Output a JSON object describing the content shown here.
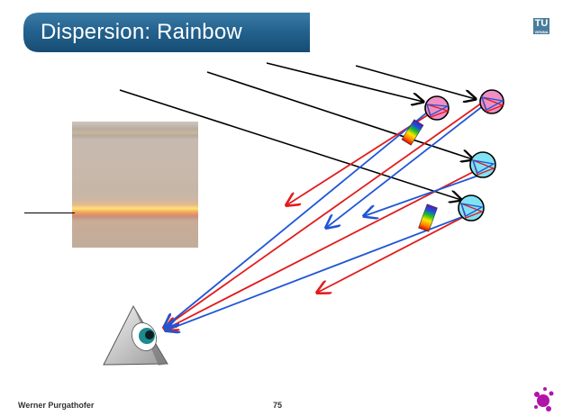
{
  "title": "Dispersion: Rainbow",
  "logo": {
    "text": "TU",
    "subtext": "VIENNA",
    "icon": "tu-vienna-logo-icon"
  },
  "footer": {
    "author": "Werner Purgathofer",
    "page_number": "75"
  },
  "icons": {
    "photo": "rainbow-photo",
    "eye": "eye-icon",
    "splash": "paint-splash-logo-icon",
    "spectrum": "spectrum-band-icon"
  },
  "colors": {
    "title_bar": "#1f5c83",
    "incoming_ray": "#000000",
    "red_ray": "#e21b1b",
    "blue_ray": "#1f56d6",
    "raindrop_cyan": "#7fe3f5",
    "raindrop_pink": "#f08fc4",
    "splash": "#b214a8"
  }
}
